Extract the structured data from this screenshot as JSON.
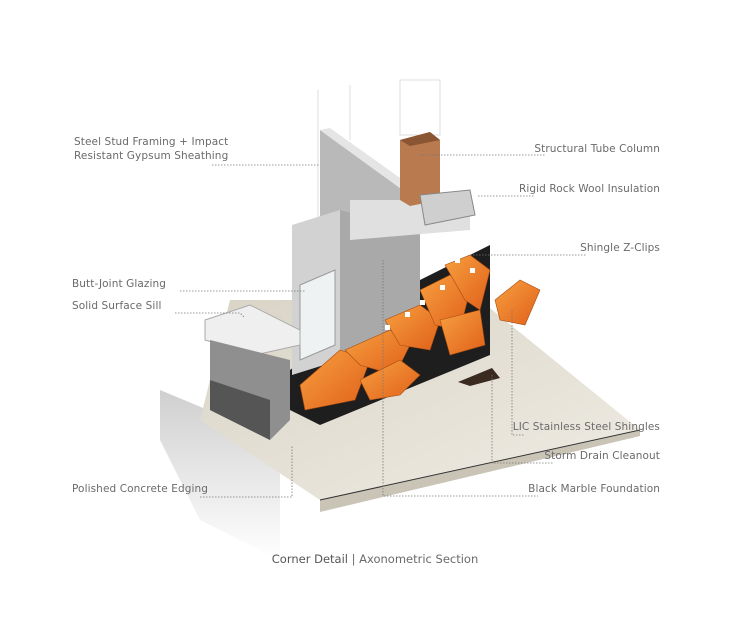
{
  "labels_left": {
    "steel_stud_line1": "Steel Stud Framing + Impact",
    "steel_stud_line2": "Resistant Gypsum Sheathing",
    "butt_joint": "Butt-Joint Glazing",
    "sill": "Solid Surface Sill",
    "concrete_edging": "Polished Concrete Edging"
  },
  "labels_right": {
    "tube_column": "Structural Tube Column",
    "rock_wool": "Rigid Rock Wool Insulation",
    "z_clips": "Shingle Z-Clips",
    "shingles": "LIC Stainless Steel Shingles",
    "storm_drain": "Storm Drain Cleanout",
    "marble": "Black Marble Foundation"
  },
  "caption": {
    "title": "Corner Detail",
    "separator": "|",
    "subtitle": "Axonometric Section"
  },
  "colors": {
    "shingle": "#f07a1e",
    "foundation": "#1e1e1e",
    "column": "#b87a4e",
    "wall": "#b9b9b9",
    "slab": "#e6e2d8"
  }
}
